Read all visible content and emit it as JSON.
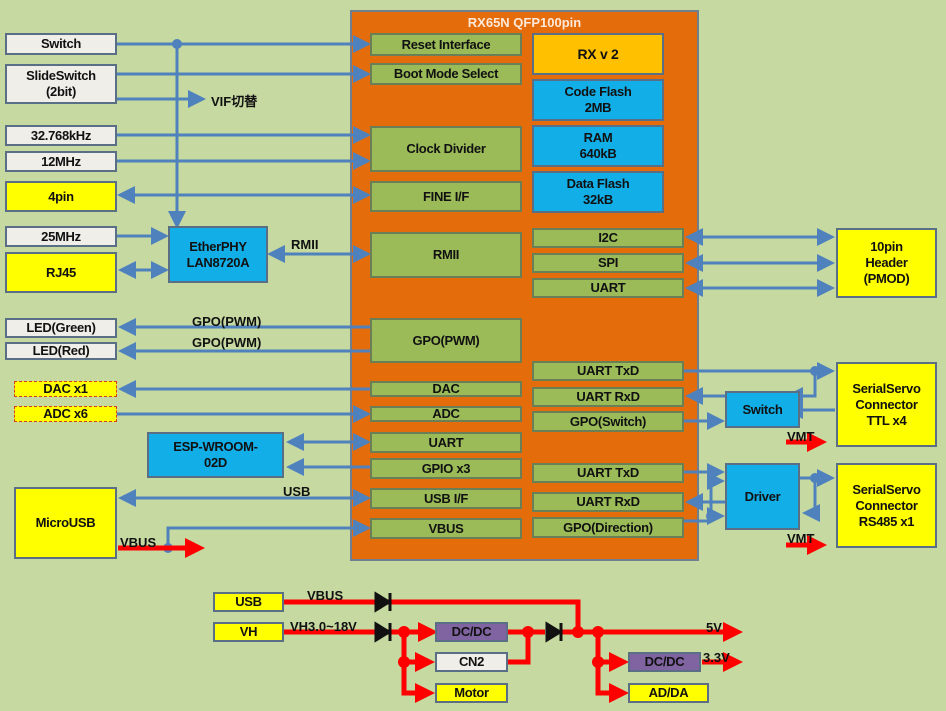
{
  "mcu": {
    "title": "RX65N QFP100pin",
    "blocks": {
      "reset": "Reset Interface",
      "boot": "Boot Mode Select",
      "clock": "Clock Divider",
      "fine": "FINE I/F",
      "rmii": "RMII",
      "gpo_pwm": "GPO(PWM)",
      "dac": "DAC",
      "adc": "ADC",
      "uart": "UART",
      "gpio": "GPIO x3",
      "usb_if": "USB I/F",
      "vbus": "VBUS",
      "core": "RX v 2",
      "code_flash": "Code Flash\n2MB",
      "ram": "RAM\n640kB",
      "data_flash": "Data Flash\n32kB",
      "i2c": "I2C",
      "spi": "SPI",
      "uart2": "UART",
      "uart_txd1": "UART TxD",
      "uart_rxd1": "UART RxD",
      "gpo_switch": "GPO(Switch)",
      "uart_txd2": "UART TxD",
      "uart_rxd2": "UART RxD",
      "gpo_direction": "GPO(Direction)"
    }
  },
  "external": {
    "switch": "Switch",
    "slide_switch": "SlideSwitch\n(2bit)",
    "xtal_32k": "32.768kHz",
    "xtal_12m": "12MHz",
    "fine_4pin": "4pin",
    "xtal_25m": "25MHz",
    "rj45": "RJ45",
    "etherphy": "EtherPHY\nLAN8720A",
    "led_green": "LED(Green)",
    "led_red": "LED(Red)",
    "dac_x1": "DAC x1",
    "adc_x6": "ADC x6",
    "esp": "ESP-WROOM-\n02D",
    "microusb": "MicroUSB",
    "header": "10pin\nHeader\n(PMOD)",
    "servo_switch": "Switch",
    "servo_ttl": "SerialServo\nConnector\nTTL x4",
    "driver": "Driver",
    "servo_rs485": "SerialServo\nConnector\nRS485 x1"
  },
  "labels": {
    "vif": "VIF切替",
    "rmii": "RMII",
    "gpo_pwm_1": "GPO(PWM)",
    "gpo_pwm_2": "GPO(PWM)",
    "usb": "USB",
    "vbus": "VBUS",
    "vmt_1": "VMT",
    "vmt_2": "VMT"
  },
  "power": {
    "usb": "USB",
    "vh": "VH",
    "vbus_label": "VBUS",
    "vh_range": "VH3.0~18V",
    "dcdc1": "DC/DC",
    "cn2": "CN2",
    "motor": "Motor",
    "dcdc2": "DC/DC",
    "adda": "AD/DA",
    "v5": "5V",
    "v33": "3.3V"
  },
  "colors": {
    "background": "#c6d9a0",
    "mcu": "#e46c0a",
    "signal_wire": "#4f81bd",
    "power_wire": "#ff0000"
  }
}
